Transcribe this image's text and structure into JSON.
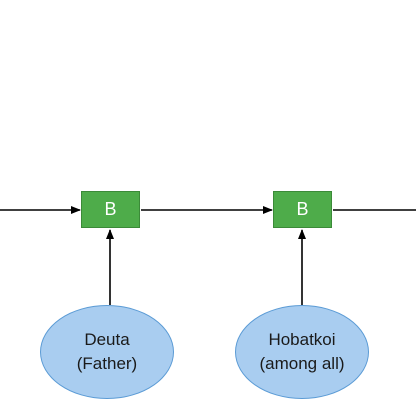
{
  "nodes": {
    "box_1": {
      "label": "B"
    },
    "box_2": {
      "label": "B"
    },
    "ellipse_1": {
      "line1": "Deuta",
      "line2": "(Father)"
    },
    "ellipse_2": {
      "line1": "Hobatkoi",
      "line2": "(among all)"
    }
  },
  "colors": {
    "box_fill": "#4eac4a",
    "ellipse_fill": "#a9cdf0",
    "ellipse_stroke": "#5b9bd5",
    "arrow": "#000000"
  }
}
